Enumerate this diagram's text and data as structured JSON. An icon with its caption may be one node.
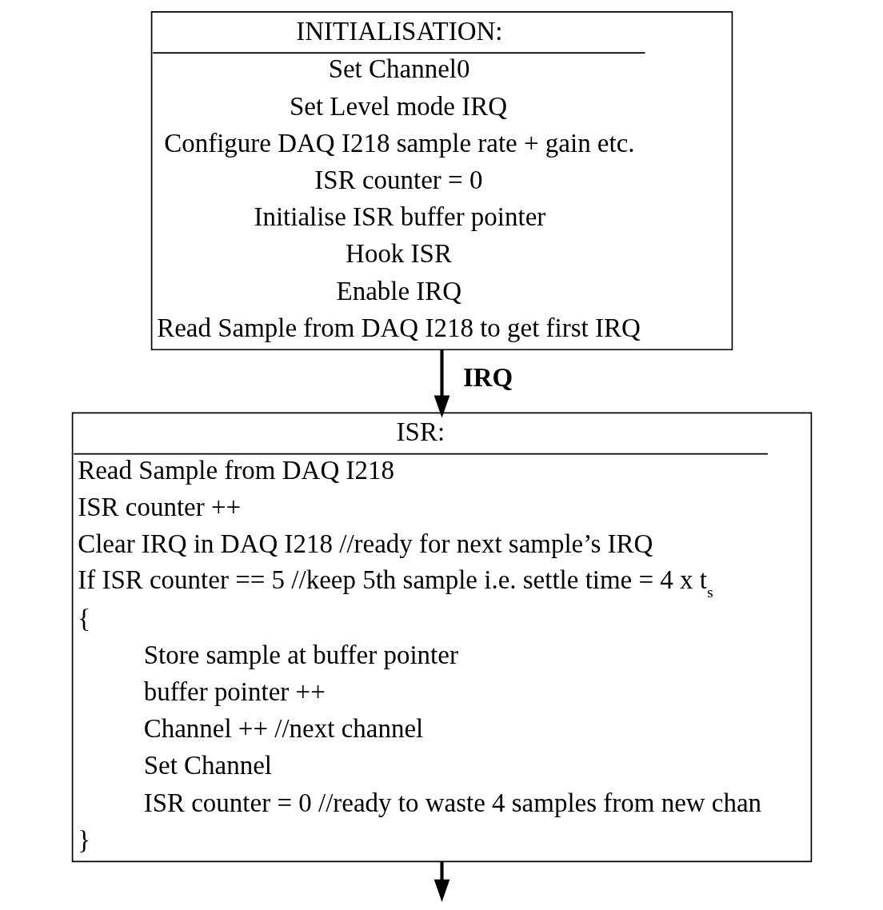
{
  "diagram": {
    "nodes": [
      {
        "text": [
          "INITIALISATION:",
          "Set Channel0",
          "Set Level mode IRQ",
          "Configure DAQ I218 sample rate + gain etc.",
          "ISR counter = 0",
          "Initialise ISR buffer pointer",
          "Hook ISR",
          "Enable IRQ",
          "Read Sample from DAQ I218 to get first IRQ"
        ]
      },
      {
        "text": [
          "ISR:",
          "Read Sample from DAQ I218",
          "ISR counter ++",
          "Clear IRQ in DAQ I218 //ready for next sample’s IRQ",
          "If ISR counter == 5 //keep 5th sample i.e. settle time = 4 x t$_{s}$",
          "{",
          "Store sample at buffer pointer",
          "buffer pointer ++",
          "Channel ++ //next channel",
          "Set Channel",
          "ISR counter = 0 //ready to waste 4 samples from new chan",
          "}"
        ]
      }
    ],
    "edges": [
      {
        "from": 0,
        "to": 1,
        "arrow": "to",
        "label": "IRQ"
      },
      {
        "from": 1,
        "to": null,
        "arrow": "to"
      }
    ]
  }
}
